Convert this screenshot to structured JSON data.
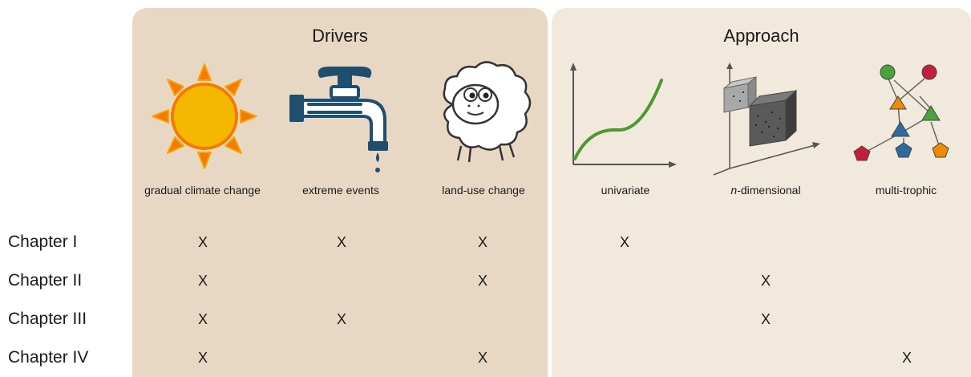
{
  "sections": {
    "drivers": {
      "title": "Drivers"
    },
    "approach": {
      "title": "Approach"
    }
  },
  "columns": [
    {
      "label": "gradual climate change",
      "icon": "sun-icon"
    },
    {
      "label": "extreme events",
      "icon": "faucet-icon"
    },
    {
      "label": "land-use change",
      "icon": "sheep-icon"
    },
    {
      "label": "univariate",
      "icon": "curve-plot-icon"
    },
    {
      "label_prefix": "n",
      "label_suffix": "-dimensional",
      "icon": "cube-plot-icon"
    },
    {
      "label": "multi-trophic",
      "icon": "food-web-icon"
    }
  ],
  "rows": [
    {
      "label": "Chapter I",
      "cells": [
        "X",
        "X",
        "X",
        "X",
        "",
        ""
      ]
    },
    {
      "label": "Chapter II",
      "cells": [
        "X",
        "",
        "X",
        "",
        "X",
        ""
      ]
    },
    {
      "label": "Chapter III",
      "cells": [
        "X",
        "X",
        "",
        "",
        "X",
        ""
      ]
    },
    {
      "label": "Chapter IV",
      "cells": [
        "X",
        "",
        "X",
        "",
        "",
        "X"
      ]
    }
  ],
  "colors": {
    "drivers_panel": "#e8d8c3",
    "approach_panel": "#f2e9dd",
    "sun": "#f5b800",
    "sun_rays": "#f47b00",
    "faucet": "#1f4e6e",
    "curve": "#4a9a2e",
    "node_green": "#4aa43a",
    "node_red": "#c41e3a",
    "node_orange": "#f08a00",
    "node_blue": "#2d6a9f"
  }
}
